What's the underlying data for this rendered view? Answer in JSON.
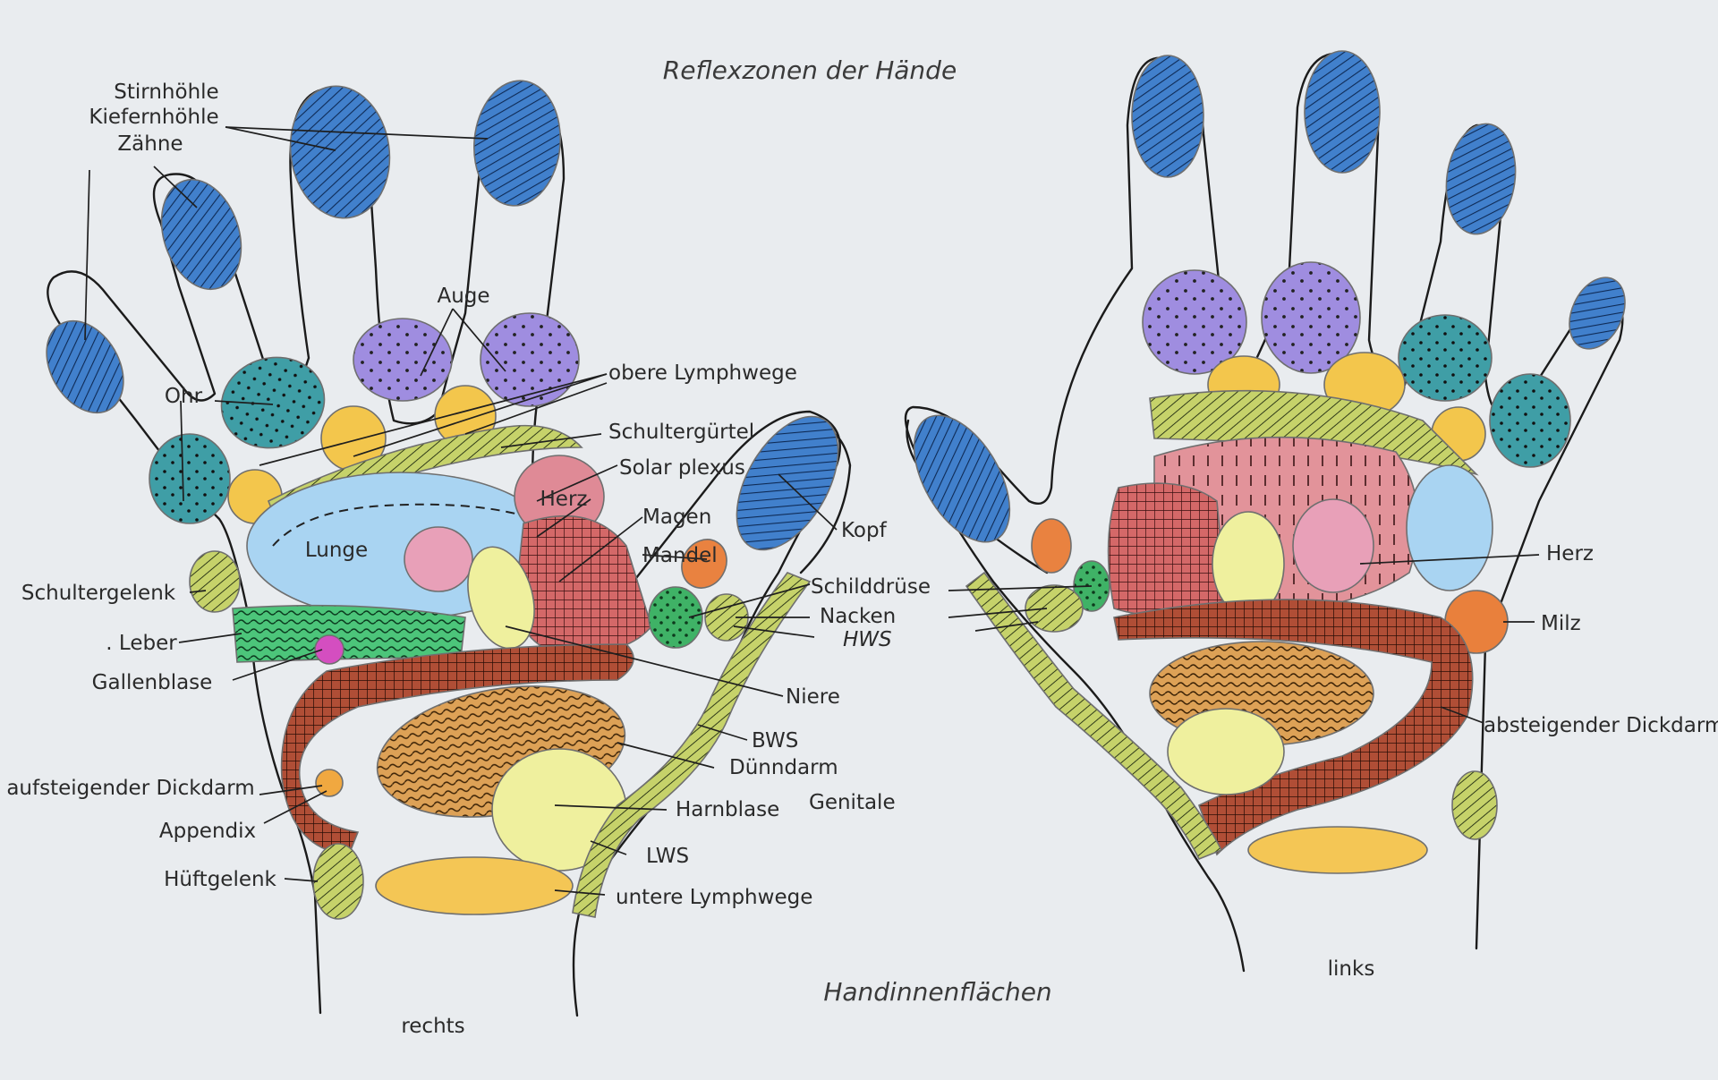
{
  "title": "Reflexzonen der Hände",
  "subtitle": "Handinnenflächen",
  "hands": {
    "right": "rechts",
    "left": "links"
  },
  "labels": {
    "stirnhoehle": "Stirnhöhle",
    "kieferhoehle": "Kiefernhöhle",
    "zaehne": "Zähne",
    "auge": "Auge",
    "ohr": "Ohr",
    "obere_lymphwege": "obere Lymphwege",
    "schulterguertel": "Schultergürtel",
    "solar_plexus": "Solar plexus",
    "herz_r": "Herz",
    "magen": "Magen",
    "mandel": "Mandel",
    "lunge": "Lunge",
    "kopf": "Kopf",
    "schultergelenk": "Schultergelenk",
    "leber": ". Leber",
    "gallenblase": "Gallenblase",
    "schilddruese": "Schilddrüse",
    "nacken": "Nacken",
    "hws": "HWS",
    "niere": "Niere",
    "bws": "BWS",
    "duenndarm": "Dünndarm",
    "aufsteigender_dickdarm": "aufsteigender Dickdarm",
    "appendix": "Appendix",
    "harnblase": "Harnblase",
    "genitale": "Genitale",
    "lws": "LWS",
    "hueftgelenk": "Hüftgelenk",
    "untere_lymphwege": "untere Lymphwege",
    "herz_l": "Herz",
    "milz": "Milz",
    "absteigender_dickdarm": "absteigender Dickdarm"
  },
  "colors": {
    "blue": "#3f7fc8",
    "light_blue": "#a9d3f1",
    "purple": "#9a86d8",
    "teal": "#3d9aa3",
    "yellow": "#f4c94e",
    "lime": "#c3cf62",
    "pink": "#e89aa5",
    "red_grid": "#c84d4d",
    "brown_grid": "#a8402c",
    "orange": "#e87a3a",
    "green": "#4dbb6e",
    "green_dark": "#2f9f5a",
    "magenta": "#d54fc0",
    "pale_yellow": "#eff09c",
    "orange_wave": "#d9974a",
    "sand": "#f2c452"
  }
}
